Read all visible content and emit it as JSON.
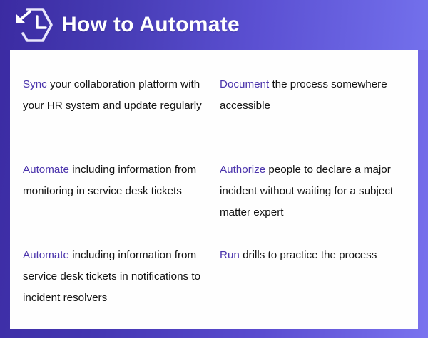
{
  "header": {
    "title": "How to Automate",
    "icon": "automate-clock-arrow-icon",
    "gradient_from": "#3b2ba2",
    "gradient_to": "#7370ec",
    "title_color": "#ffffff"
  },
  "theme": {
    "accent": "#4a33ab",
    "body_text": "#121212",
    "card_background": "#fefefe",
    "page_background": "#4335b0"
  },
  "columns": {
    "left": [
      {
        "lead": "Sync",
        "rest": " your collaboration platform with your HR system and update regularly"
      },
      {
        "lead": "Automate",
        "rest": " including information from monitoring in service desk tickets"
      },
      {
        "lead": "Automate",
        "rest": " including information from service desk tickets in notifications to incident resolvers"
      }
    ],
    "right": [
      {
        "lead": "Document",
        "rest": " the process somewhere accessible"
      },
      {
        "lead": "Authorize",
        "rest": " people to declare a major incident without waiting for a subject matter expert"
      },
      {
        "lead": "Run",
        "rest": " drills to practice the process"
      }
    ]
  }
}
